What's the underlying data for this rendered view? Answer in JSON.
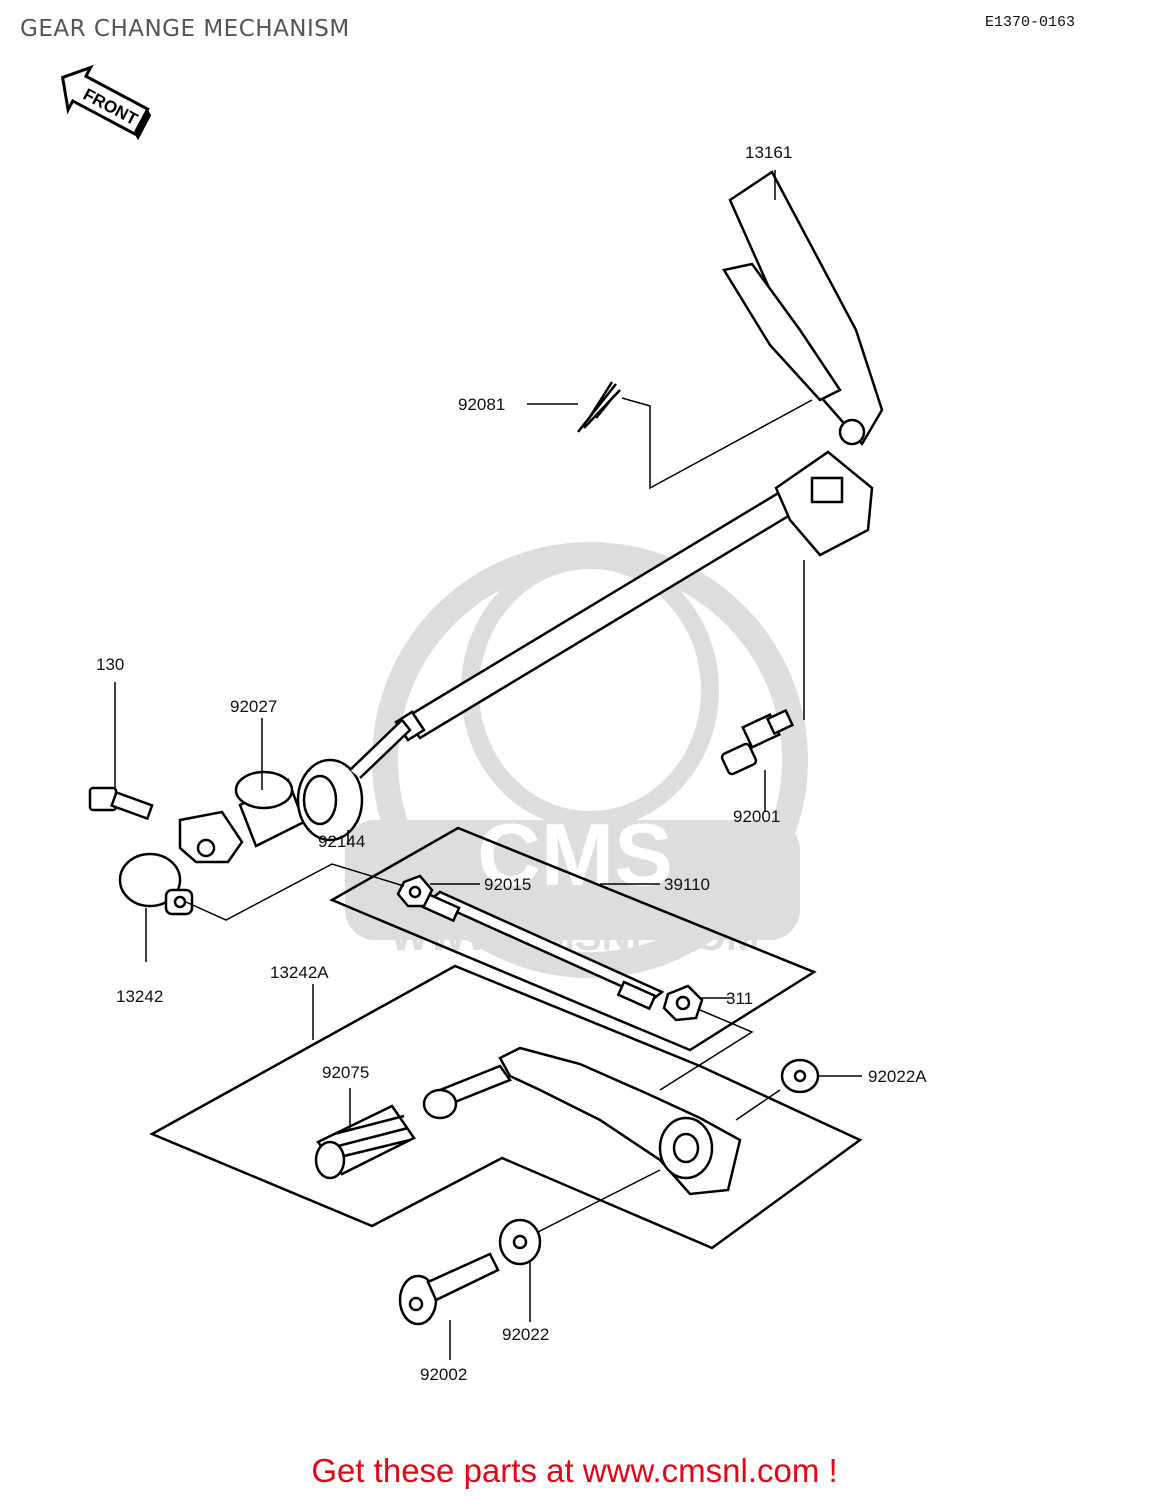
{
  "title": "GEAR CHANGE MECHANISM",
  "diagram_code": "E1370-0163",
  "front_label": "FRONT",
  "watermark": {
    "brand": "CMS",
    "url": "WWW.CMSNL.COM"
  },
  "parts": [
    {
      "id": "13161",
      "label": "13161"
    },
    {
      "id": "92081",
      "label": "92081"
    },
    {
      "id": "130",
      "label": "130"
    },
    {
      "id": "92027",
      "label": "92027"
    },
    {
      "id": "92144",
      "label": "92144"
    },
    {
      "id": "92001",
      "label": "92001"
    },
    {
      "id": "92015",
      "label": "92015"
    },
    {
      "id": "39110",
      "label": "39110"
    },
    {
      "id": "13242",
      "label": "13242"
    },
    {
      "id": "13242A",
      "label": "13242A"
    },
    {
      "id": "311",
      "label": "311"
    },
    {
      "id": "92075",
      "label": "92075"
    },
    {
      "id": "92022A",
      "label": "92022A"
    },
    {
      "id": "92022",
      "label": "92022"
    },
    {
      "id": "92002",
      "label": "92002"
    }
  ],
  "cta": "Get these parts at www.cmsnl.com !"
}
